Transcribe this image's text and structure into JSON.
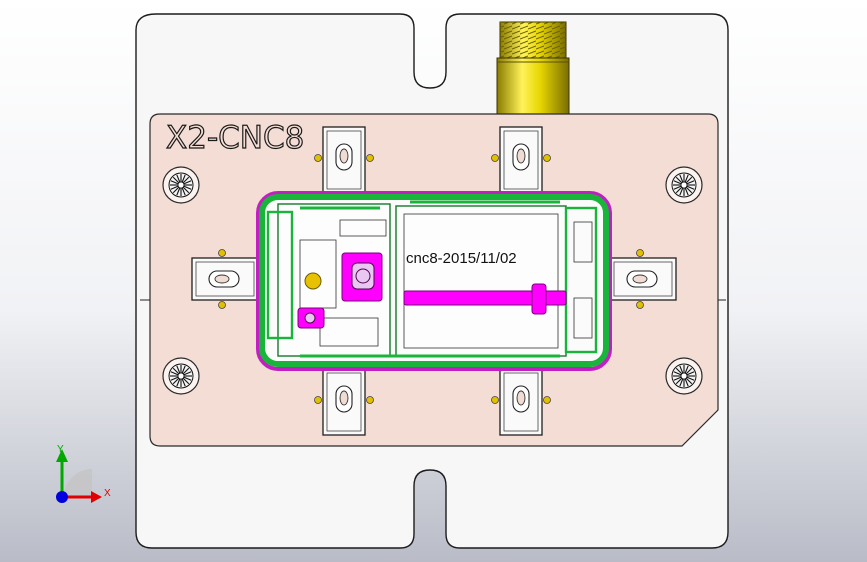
{
  "colors": {
    "background_top": "#ffffff",
    "background_bottom": "#b9bcc7",
    "fixture_plate": "#f7f7f8",
    "top_plate": "#f3ddd5",
    "phone_frame": "#c21fc2",
    "pcb": "#19b53a",
    "accent": "#ff00ff",
    "fitting": "#e7d600",
    "axis_x": "#e00000",
    "axis_y": "#00a800",
    "axis_z": "#0000e0"
  },
  "fixture": {
    "part_label": "X2-CNC8",
    "date_label": "cnc8-2015/11/02"
  },
  "triad": {
    "x_label": "X",
    "y_label": "Y"
  }
}
